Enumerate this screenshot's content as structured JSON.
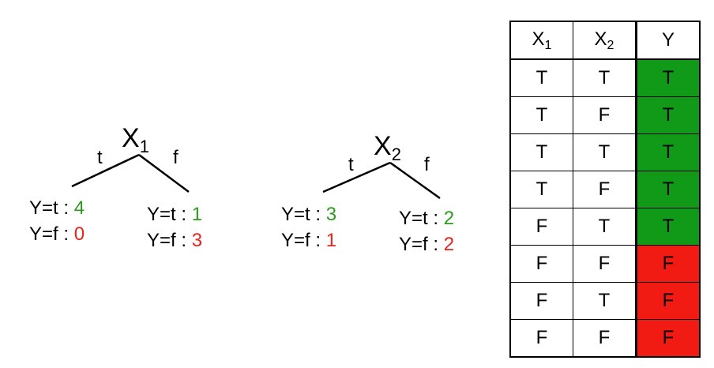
{
  "trees": [
    {
      "root_var": "X",
      "root_sub": "1",
      "left_branch": "t",
      "right_branch": "f",
      "left_leaf": {
        "line1_prefix": "Y=t : ",
        "line1_value": "4",
        "line2_prefix": "Y=f : ",
        "line2_value": "0"
      },
      "right_leaf": {
        "line1_prefix": "Y=t : ",
        "line1_value": "1",
        "line2_prefix": "Y=f : ",
        "line2_value": "3"
      }
    },
    {
      "root_var": "X",
      "root_sub": "2",
      "left_branch": "t",
      "right_branch": "f",
      "left_leaf": {
        "line1_prefix": "Y=t : ",
        "line1_value": "3",
        "line2_prefix": "Y=f : ",
        "line2_value": "1"
      },
      "right_leaf": {
        "line1_prefix": "Y=t : ",
        "line1_value": "2",
        "line2_prefix": "Y=f : ",
        "line2_value": "2"
      }
    }
  ],
  "colors": {
    "count_true": "#2e9a1f",
    "count_false": "#e8231c",
    "cell_true": "#119a17",
    "cell_false": "#f11b14"
  },
  "table": {
    "headers": [
      {
        "var": "X",
        "sub": "1"
      },
      {
        "var": "X",
        "sub": "2"
      },
      {
        "var": "Y",
        "sub": ""
      }
    ],
    "rows": [
      [
        "T",
        "T",
        "T"
      ],
      [
        "T",
        "F",
        "T"
      ],
      [
        "T",
        "T",
        "T"
      ],
      [
        "T",
        "F",
        "T"
      ],
      [
        "F",
        "T",
        "T"
      ],
      [
        "F",
        "F",
        "F"
      ],
      [
        "F",
        "T",
        "F"
      ],
      [
        "F",
        "F",
        "F"
      ]
    ]
  }
}
